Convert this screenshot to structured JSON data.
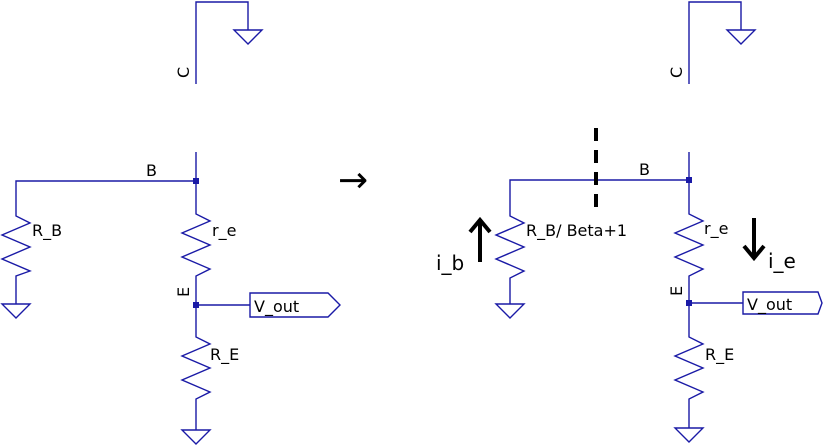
{
  "left_circuit": {
    "collector_label": "C",
    "base_label": "B",
    "emitter_label": "E",
    "rb_label": "R_B",
    "re_small_label": "r_e",
    "re_label": "R_E",
    "output_label": "V_out"
  },
  "transform_arrow": "→",
  "right_circuit": {
    "collector_label": "C",
    "base_label": "B",
    "emitter_label": "E",
    "rb_label": "R_B/ Beta+1",
    "re_small_label": "r_e",
    "re_label": "R_E",
    "output_label": "V_out",
    "ib_label": "i_b",
    "ie_label": "i_e"
  },
  "colors": {
    "wire": "#1a1aa6",
    "text": "#000000",
    "background": "#ffffff"
  }
}
